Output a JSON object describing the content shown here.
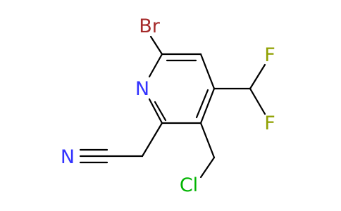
{
  "molecule": {
    "atoms": {
      "br": "Br",
      "n_ring": "N",
      "n_nitrile": "N",
      "f_top": "F",
      "f_bottom": "F",
      "cl": "Cl"
    },
    "colors": {
      "bond": "#000000",
      "n": "#3333ff",
      "br": "#a52a2a",
      "f": "#8fa000",
      "cl": "#00b400"
    }
  }
}
